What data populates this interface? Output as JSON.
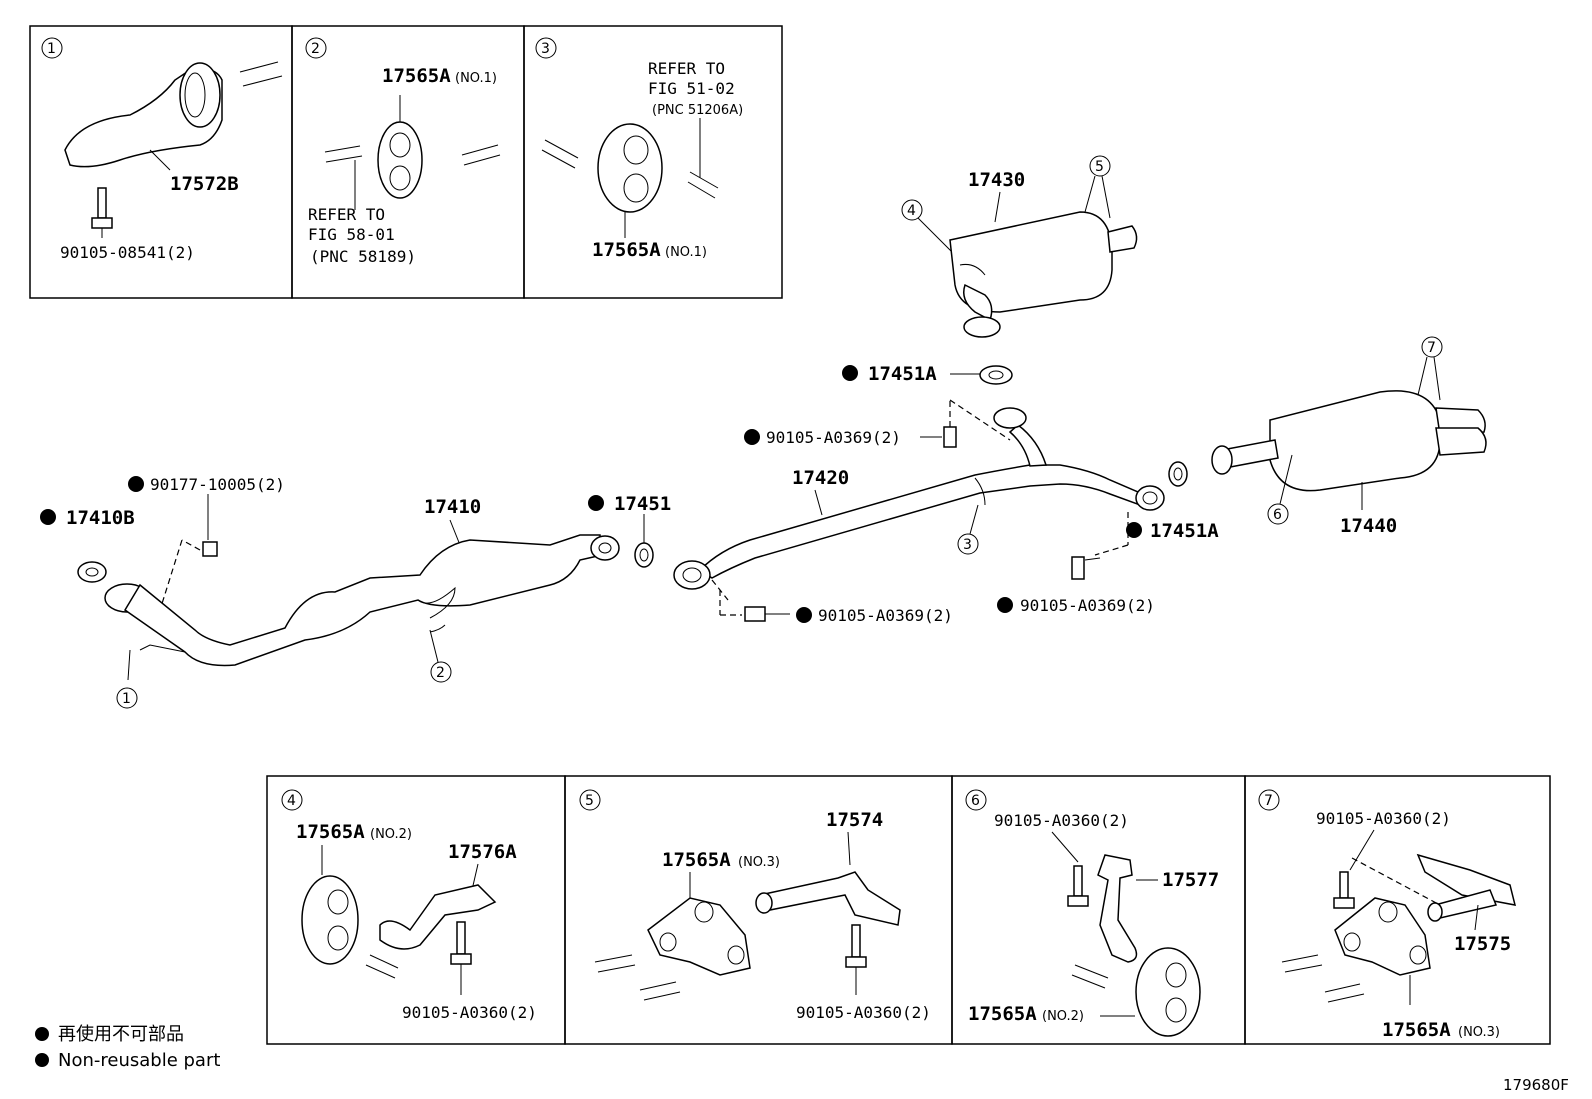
{
  "boxes_top": [
    {
      "num": "1",
      "parts": [
        "17572B",
        "90105-08541(2)"
      ]
    },
    {
      "num": "2",
      "parts": [
        "17565A",
        "(NO.1)",
        "REFER TO",
        "FIG 58-01",
        "(PNC 58189)"
      ]
    },
    {
      "num": "3",
      "parts": [
        "REFER TO",
        "FIG 51-02",
        "(PNC 51206A)",
        "17565A",
        "(NO.1)"
      ]
    }
  ],
  "main": {
    "p17430": "17430",
    "c4": "4",
    "c5": "5",
    "p17451A_top": "17451A",
    "p90105_a": "90105-A0369(2)",
    "p17420": "17420",
    "c7": "7",
    "p17440": "17440",
    "c6": "6",
    "p90177": "90177-10005(2)",
    "p17410B": "17410B",
    "p17410": "17410",
    "p17451": "17451",
    "c3": "3",
    "p17451A_r": "17451A",
    "p90105_b": "90105-A0369(2)",
    "p90105_c": "90105-A0369(2)",
    "c2": "2",
    "c1": "1"
  },
  "boxes_bottom": [
    {
      "num": "4",
      "parts": [
        "17565A",
        "(NO.2)",
        "17576A",
        "90105-A0360(2)"
      ]
    },
    {
      "num": "5",
      "parts": [
        "17565A",
        "(NO.3)",
        "17574",
        "90105-A0360(2)"
      ]
    },
    {
      "num": "6",
      "parts": [
        "90105-A0360(2)",
        "17577",
        "17565A",
        "(NO.2)"
      ]
    },
    {
      "num": "7",
      "parts": [
        "90105-A0360(2)",
        "17575",
        "17565A",
        "(NO.3)"
      ]
    }
  ],
  "legend": {
    "jp": "再使用不可部品",
    "en": "Non-reusable part"
  },
  "figure_id": "179680F"
}
